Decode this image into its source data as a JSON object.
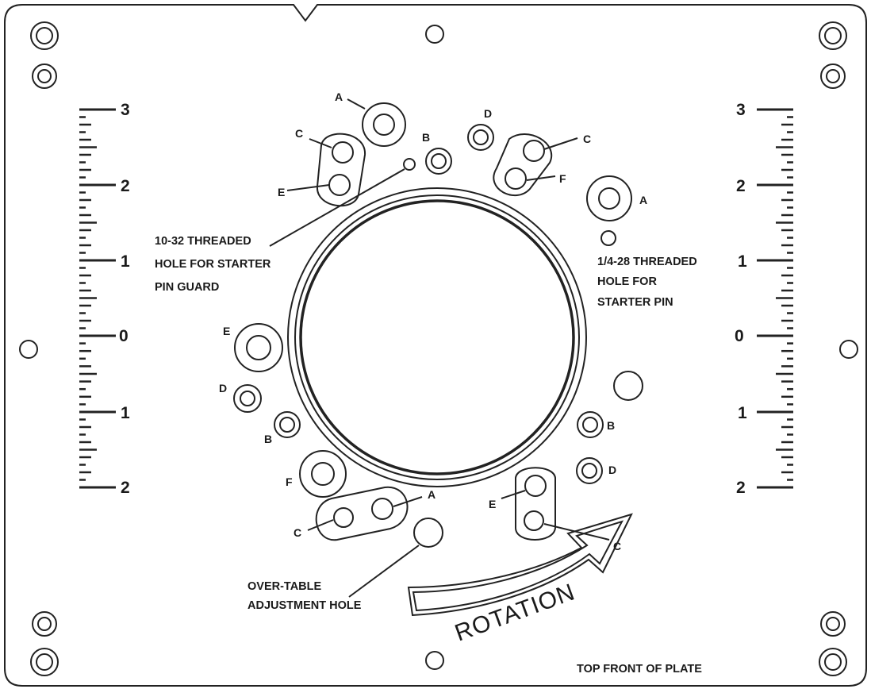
{
  "diagram": {
    "hole_labels": {
      "a": "A",
      "b": "B",
      "c": "C",
      "d": "D",
      "e": "E",
      "f": "F"
    },
    "notes": {
      "starter_pin_guard": [
        "10-32 THREADED",
        "HOLE FOR STARTER",
        "PIN GUARD"
      ],
      "starter_pin": [
        "1/4-28 THREADED",
        "HOLE FOR",
        "STARTER PIN"
      ],
      "over_table": [
        "OVER-TABLE",
        "ADJUSTMENT HOLE"
      ],
      "rotation": "ROTATION",
      "top_front": "TOP FRONT OF PLATE"
    },
    "scale_left": {
      "upper": [
        "3",
        "2",
        "1",
        "0"
      ],
      "lower": [
        "1",
        "2"
      ]
    },
    "scale_right": {
      "upper": [
        "3",
        "2",
        "1",
        "0"
      ],
      "lower": [
        "1",
        "2"
      ]
    },
    "colors": {
      "line": "#222222",
      "background": "#ffffff"
    }
  }
}
